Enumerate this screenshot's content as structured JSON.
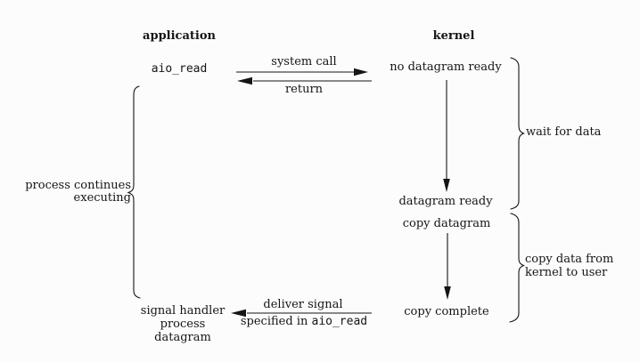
{
  "colors": {
    "background": "#fcfcfc",
    "ink": "#151515"
  },
  "headers": {
    "application": "application",
    "kernel": "kernel"
  },
  "application": {
    "aio_read": "aio_read",
    "signal_handler": {
      "line1": "signal handler",
      "line2": "process",
      "line3": "datagram"
    }
  },
  "kernel": {
    "no_datagram_ready": "no datagram ready",
    "datagram_ready": "datagram ready",
    "copy_datagram": "copy datagram",
    "copy_complete": "copy complete"
  },
  "arrows": {
    "system_call": "system call",
    "return": "return",
    "deliver_signal": "deliver signal",
    "specified_in": "specified in",
    "specified_in_code": "aio_read"
  },
  "braces": {
    "process_continues": {
      "line1": "process continues",
      "line2": "executing"
    },
    "wait_for_data": "wait for data",
    "copy_data": {
      "line1": "copy data from",
      "line2": "kernel to user"
    }
  }
}
